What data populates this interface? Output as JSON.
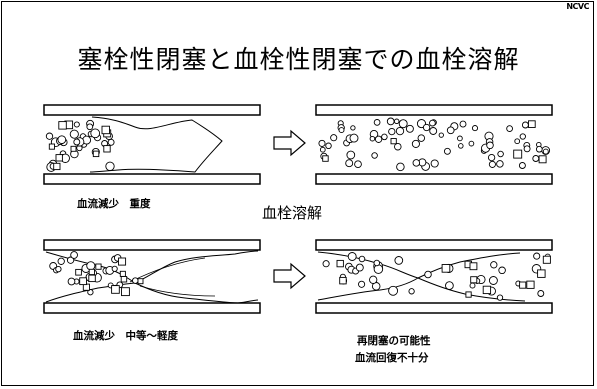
{
  "logo": "NCVC",
  "title": "塞栓性閉塞と血栓性閉塞での血栓溶解",
  "center_label": "血栓溶解",
  "panels": {
    "top_left": {
      "caption": "血流減少　重度"
    },
    "bottom_left": {
      "caption": "血流減少　中等～軽度"
    },
    "bottom_right": {
      "caption_line1": "再閉塞の可能性",
      "caption_line2": "血流回復不十分"
    }
  },
  "icons": {
    "arrow": "right-outline-arrow-icon"
  }
}
